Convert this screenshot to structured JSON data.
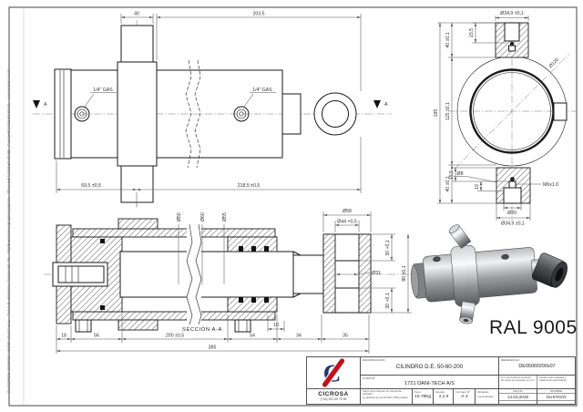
{
  "sheet": {
    "address_vertical": "CILINDROS CICROSA HIDRAULICA S.L. - Pol. Ind. Hontoria, Parcela 39-40 - 40195 Hontoria (Segovia) Spain - Tfno: (+34) 921 59 30 55 - Fax: (+34) 921 59 31 81 - www.cicrosa.com",
    "ral_label": "RAL 9005"
  },
  "side_view": {
    "dim_trunnion_width": "40",
    "dim_top_length": "203,5",
    "port_label": "1/4\" GAS",
    "dim_bottom_left": "69,5 ±0,5",
    "dim_bottom_right": "218,5 ±0,5",
    "section_letter": "A"
  },
  "end_view": {
    "dim_boss_dia": "Ø34,9 ±0,1",
    "dim_boss_depth": "15,5",
    "dim_40": "40 ±0,1",
    "dim_115": "115 ±0,1",
    "dim_195": "195",
    "dim_flange_dia": "Ø120",
    "dim_hole": "Ø8",
    "thread_label": "M6x1.0",
    "dim_10": "10",
    "dim_20": "Ø20"
  },
  "section_view": {
    "label": "SECCIÓN A-A",
    "dia_50": "Ø50",
    "dia_60": "Ø60",
    "dia_55": "Ø55",
    "dia_58": "Ø58",
    "dia_44": "Ø44 +0,5",
    "dia_31": "Ø31",
    "dim_30": "30 +0,1",
    "dim_80": "80 ±0,1",
    "dim_18": "18",
    "dim_56": "56",
    "dim_200": "200 ±0,5",
    "dim_54": "54",
    "dim_34": "34",
    "dim_35": "35",
    "dim_385": "385",
    "dim_10": "10"
  },
  "title_block": {
    "company": "CICROSA",
    "phone": "(+34) 921 59 75 95",
    "denomination_label": "DENOMINACION:",
    "denomination": "CILINDRO D.E. 50-60-200",
    "client_label": "CLIENTE:",
    "client": "1721 DANI-TECH A/S",
    "reference_label": "REFERENCIA:",
    "reference": "DE05060200x07",
    "note_left_1": "Sobre dimensiones sin tolerancia indicada",
    "note_left_2": "se aplicara la norma DIN-7168 (medio)",
    "note_right_1": "Si no se indica lo contrario las cotas se expresan en mm",
    "note_right_2": "Aristas vivas matadas y tratamiento antioxidante",
    "weight_label": "Peso:",
    "weight": "15.78Kg",
    "scale_label": "Escala",
    "scale": "1:1.5",
    "format_label": "Formato Nº",
    "format": "A-3",
    "drawn_label": "Dibujado:",
    "checked_label": "comprobado:",
    "date_label": "FECHA",
    "date": "14.03.2019",
    "name_label": "NOMBRE",
    "name": "GUSTAVO"
  }
}
